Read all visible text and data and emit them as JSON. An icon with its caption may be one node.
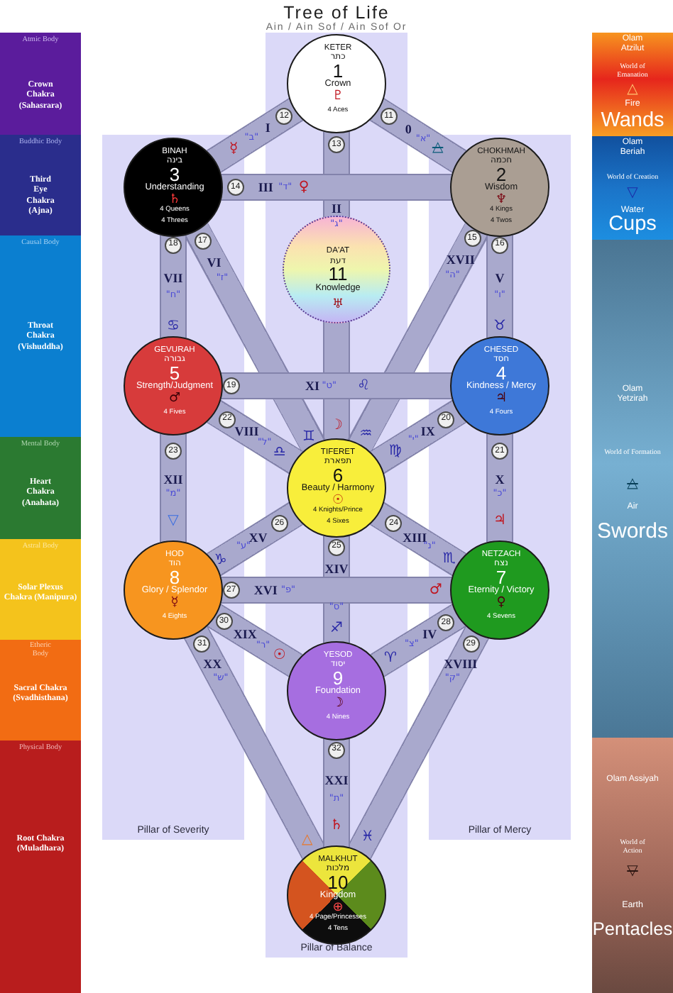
{
  "diagram": {
    "title": "Tree of Life",
    "nodes": [
      {
        "text": [
          "Pillar of Severity"
        ]
      },
      {
        "text": [
          "Pillar of Balance"
        ]
      },
      {
        "text": [
          "Pillar of Mercy"
        ]
      },
      {
        "text": [
          "KETER",
          "כתר",
          "1",
          "Crown",
          "♇",
          "4 Aces"
        ],
        "in": 1
      },
      {
        "text": [
          "BINAH",
          "בינה",
          "3",
          "Understanding",
          "♄",
          "4 Queens",
          "4 Threes"
        ],
        "in": 0
      },
      {
        "text": [
          "CHOKHMAH",
          "חכמה",
          "2",
          "Wisdom",
          "♆",
          "4 Kings",
          "4 Twos"
        ],
        "in": 2
      },
      {
        "text": [
          "DA'AT",
          "דעת",
          "11",
          "Knowledge",
          "♅"
        ],
        "in": 1
      },
      {
        "text": [
          "GEVURAH",
          "גבורה",
          "5",
          "Strength/Judgment",
          "♂",
          "4 Fives"
        ],
        "in": 0
      },
      {
        "text": [
          "CHESED",
          "חסד",
          "4",
          "Kindness / Mercy",
          "♃",
          "4 Fours"
        ],
        "in": 2
      },
      {
        "text": [
          "TIFERET",
          "תפארת",
          "6",
          "Beauty / Harmony",
          "☉",
          "4 Knights/Prince",
          "4 Sixes"
        ],
        "in": 1
      },
      {
        "text": [
          "HOD",
          "הוד",
          "8",
          "Glory / Splendor",
          "☿",
          "4 Eights"
        ],
        "in": 0
      },
      {
        "text": [
          "NETZACH",
          "נצח",
          "7",
          "Eternity / Victory",
          "♀",
          "4 Sevens"
        ],
        "in": 2
      },
      {
        "text": [
          "YESOD",
          "יסוד",
          "9",
          "Foundation",
          "☽",
          "4 Nines"
        ],
        "in": 1
      },
      {
        "text": [
          "MALKHUT",
          "מלכות",
          "10",
          "Kingdom",
          "⊕",
          "4 Page/Princesses",
          "4 Tens"
        ],
        "in": 1
      },
      {
        "text": [
          "Atmic Body",
          "Crown Chakra (Sahasrara)"
        ]
      },
      {
        "text": [
          "Buddhic Body",
          "Third Eye Chakra (Ajna)"
        ]
      },
      {
        "text": [
          "Causal Body",
          "Throat Chakra (Vishuddha)"
        ]
      },
      {
        "text": [
          "Mental Body",
          "Heart Chakra (Anahata)"
        ]
      },
      {
        "text": [
          "Astral Body",
          "Solar Plexus Chakra (Manipura)"
        ]
      },
      {
        "text": [
          "Etheric Body",
          "Sacral Chakra (Svadhisthana)"
        ]
      },
      {
        "text": [
          "Physical Body",
          "Root Chakra (Muladhara)"
        ]
      },
      {
        "text": [
          "Olam Atzilut",
          "World of Emanation",
          "△",
          "Fire",
          "Wands"
        ]
      },
      {
        "text": [
          "Olam Beriah",
          "World of Creation",
          "▽",
          "Water",
          "Cups"
        ]
      },
      {
        "text": [
          "Olam Yetzirah",
          "World of Formation",
          "△",
          "Air",
          "Swords"
        ]
      },
      {
        "text": [
          "Olam Assiyah",
          "World of Action",
          "▽",
          "Earth",
          "Pentacles"
        ]
      }
    ],
    "edges": [
      {
        "from": 3,
        "to": 5,
        "arrow": "none",
        "label": "11"
      },
      {
        "from": 3,
        "to": 4,
        "arrow": "none",
        "label": "12"
      },
      {
        "from": 3,
        "to": 6,
        "arrow": "none",
        "label": "13"
      },
      {
        "from": 4,
        "to": 5,
        "arrow": "none",
        "label": "14"
      },
      {
        "from": 5,
        "to": 9,
        "arrow": "none",
        "label": "15"
      },
      {
        "from": 5,
        "to": 8,
        "arrow": "none",
        "label": "16"
      },
      {
        "from": 4,
        "to": 9,
        "arrow": "none",
        "label": "17"
      },
      {
        "from": 4,
        "to": 7,
        "arrow": "none",
        "label": "18"
      },
      {
        "from": 7,
        "to": 8,
        "arrow": "none",
        "label": "19"
      },
      {
        "from": 8,
        "to": 9,
        "arrow": "none",
        "label": "20"
      },
      {
        "from": 8,
        "to": 11,
        "arrow": "none",
        "label": "21"
      },
      {
        "from": 7,
        "to": 9,
        "arrow": "none",
        "label": "22"
      },
      {
        "from": 7,
        "to": 10,
        "arrow": "none",
        "label": "23"
      },
      {
        "from": 9,
        "to": 11,
        "arrow": "none",
        "label": "24"
      },
      {
        "from": 9,
        "to": 12,
        "arrow": "none",
        "label": "25"
      },
      {
        "from": 9,
        "to": 10,
        "arrow": "none",
        "label": "26"
      },
      {
        "from": 10,
        "to": 11,
        "arrow": "none",
        "label": "27"
      },
      {
        "from": 11,
        "to": 12,
        "arrow": "none",
        "label": "28"
      },
      {
        "from": 11,
        "to": 13,
        "arrow": "none",
        "label": "29"
      },
      {
        "from": 10,
        "to": 12,
        "arrow": "none",
        "label": "30"
      },
      {
        "from": 10,
        "to": 13,
        "arrow": "none",
        "label": "31"
      },
      {
        "from": 12,
        "to": 13,
        "arrow": "none",
        "label": "32"
      },
      {
        "from": 6,
        "to": 9,
        "arrow": "none"
      }
    ],
    "labels": [
      "Ain / Ain Sof / Ain Sof Or",
      "0",
      "\"א\"",
      "△",
      "I",
      "\"ב\"",
      "☿",
      "II",
      "\"ג\"",
      "☽",
      "III",
      "\"ד\"",
      "♀",
      "XVII",
      "\"ה\"",
      "♒",
      "V",
      "\"ו\"",
      "♉",
      "VI",
      "\"ז\"",
      "♊",
      "VII",
      "\"ח\"",
      "♋",
      "XI",
      "\"ט\"",
      "♌",
      "IX",
      "\"י\"",
      "♍",
      "X",
      "\"כ\"",
      "♃",
      "VIII",
      "\"ל\"",
      "♎",
      "XII",
      "\"מ\"",
      "▽",
      "XIII",
      "\"נ\"",
      "♏",
      "XIV",
      "\"ס\"",
      "♐",
      "XV",
      "\"ע\"",
      "♑",
      "XVI",
      "\"פ\"",
      "♂",
      "IV",
      "\"צ\"",
      "♈",
      "XVIII",
      "\"ק\"",
      "♓",
      "XIX",
      "\"ר\"",
      "☉",
      "XX",
      "\"ש\"",
      "△",
      "XXI",
      "\"ת\"",
      "♄"
    ]
  }
}
